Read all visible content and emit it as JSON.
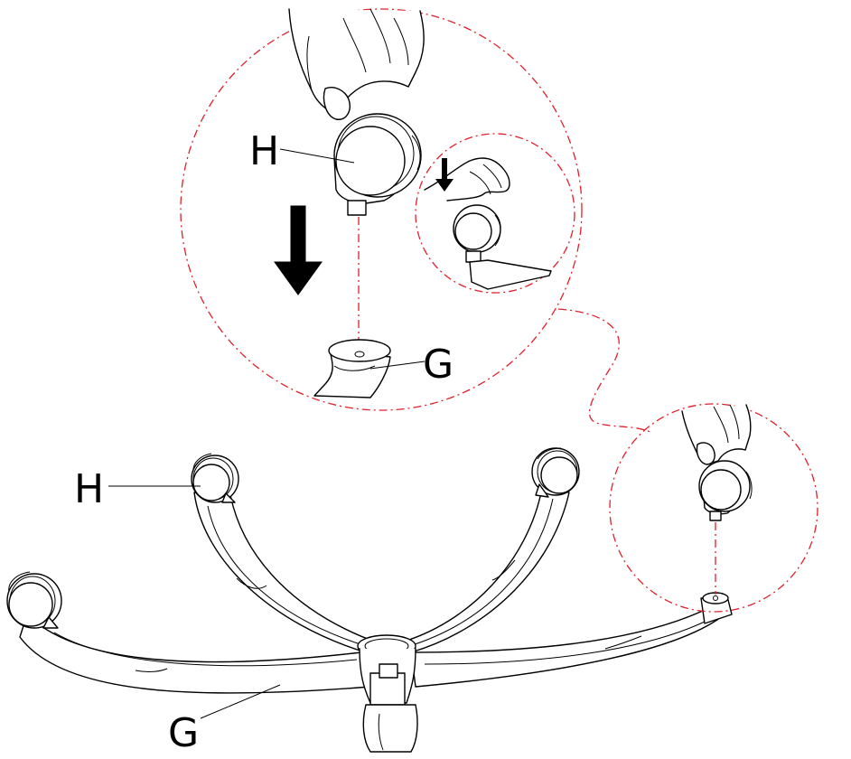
{
  "labels": {
    "detail_caster": "H",
    "detail_base": "G",
    "main_caster": "H",
    "main_base": "G"
  },
  "colors": {
    "callout_dash": "#e0202a",
    "line_art": "#000000",
    "background": "#ffffff"
  },
  "icons": {
    "direction": "down-arrow-icon",
    "hand": "hand-icon",
    "caster": "caster-wheel-icon"
  }
}
